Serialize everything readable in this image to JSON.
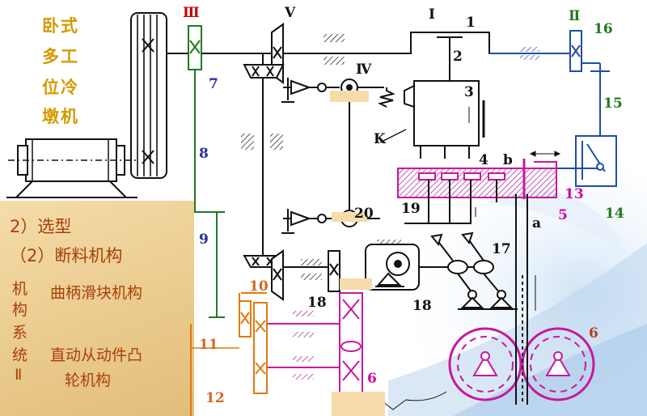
{
  "title_chars": [
    "卧式",
    "多工",
    "位冷",
    "墩机"
  ],
  "panel": {
    "heading": "2）选型",
    "subheading": "（2）断料机构",
    "side_label": [
      "机",
      "构",
      "系",
      "统",
      "Ⅱ"
    ],
    "option1": "曲柄滑块机构",
    "option2_line1": "直动从动件凸",
    "option2_line2": "轮机构"
  },
  "labels": {
    "III": "Ⅲ",
    "V": "Ⅴ",
    "I": "Ⅰ",
    "II": "Ⅱ",
    "IV": "Ⅳ",
    "n1": "1",
    "n2": "2",
    "n3": "3",
    "n4": "4",
    "n5": "5",
    "n6": "6",
    "n6b": "6",
    "n7": "7",
    "n8": "8",
    "n9": "9",
    "n10": "10",
    "n11": "11",
    "n12": "12",
    "n13": "13",
    "n14": "14",
    "n15": "15",
    "n16": "16",
    "n17": "17",
    "n18a": "18",
    "n18b": "18",
    "n19": "19",
    "n20": "20",
    "K": "K",
    "a": "a",
    "b": "b"
  },
  "colors": {
    "panel_text": "#a8400a",
    "title": "#d49a00",
    "shaft_black": "#111111",
    "shaft_blue": "#1f4ea8",
    "shaft_green": "#1f7a1f",
    "shaft_magenta": "#c8189c",
    "shaft_orange": "#e07a10",
    "label_red": "#c00000"
  }
}
